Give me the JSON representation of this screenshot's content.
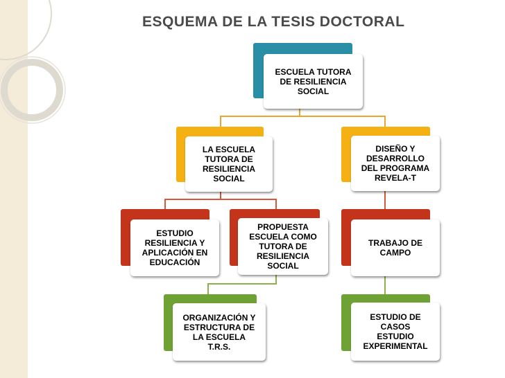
{
  "title": "ESQUEMA DE LA TESIS DOCTORAL",
  "colors": {
    "teal": "#2a8ea6",
    "orange": "#f5b114",
    "red": "#c3341b",
    "green": "#6fa234",
    "connector_orange": "#e8a630",
    "connector_red": "#d4583a",
    "connector_green": "#8cb14a",
    "band": "#f4ecd9",
    "circle": "#dedad0"
  },
  "nodes": {
    "root": {
      "label": "ESCUELA TUTORA\nDE RESILIENCIA\nSOCIAL"
    },
    "escuela_tutora": {
      "label": "LA ESCUELA\nTUTORA DE\nRESILIENCIA\nSOCIAL"
    },
    "diseno": {
      "label": "DISEÑO Y\nDESARROLLO\nDEL PROGRAMA\nREVELA-T"
    },
    "estudio_resiliencia": {
      "label": "ESTUDIO\nRESILIENCIA Y\nAPLICACIÓN EN\nEDUCACIÓN"
    },
    "propuesta": {
      "label": "PROPUESTA\nESCUELA COMO\nTUTORA DE\nRESILIENCIA\nSOCIAL"
    },
    "trabajo_campo": {
      "label": "TRABAJO DE\nCAMPO"
    },
    "organizacion": {
      "label": "ORGANIZACIÓN Y\nESTRUCTURA DE\nLA ESCUELA\nT.R.S."
    },
    "estudio_casos": {
      "label": "ESTUDIO DE\nCASOS\nESTUDIO\nEXPERIMENTAL"
    }
  }
}
